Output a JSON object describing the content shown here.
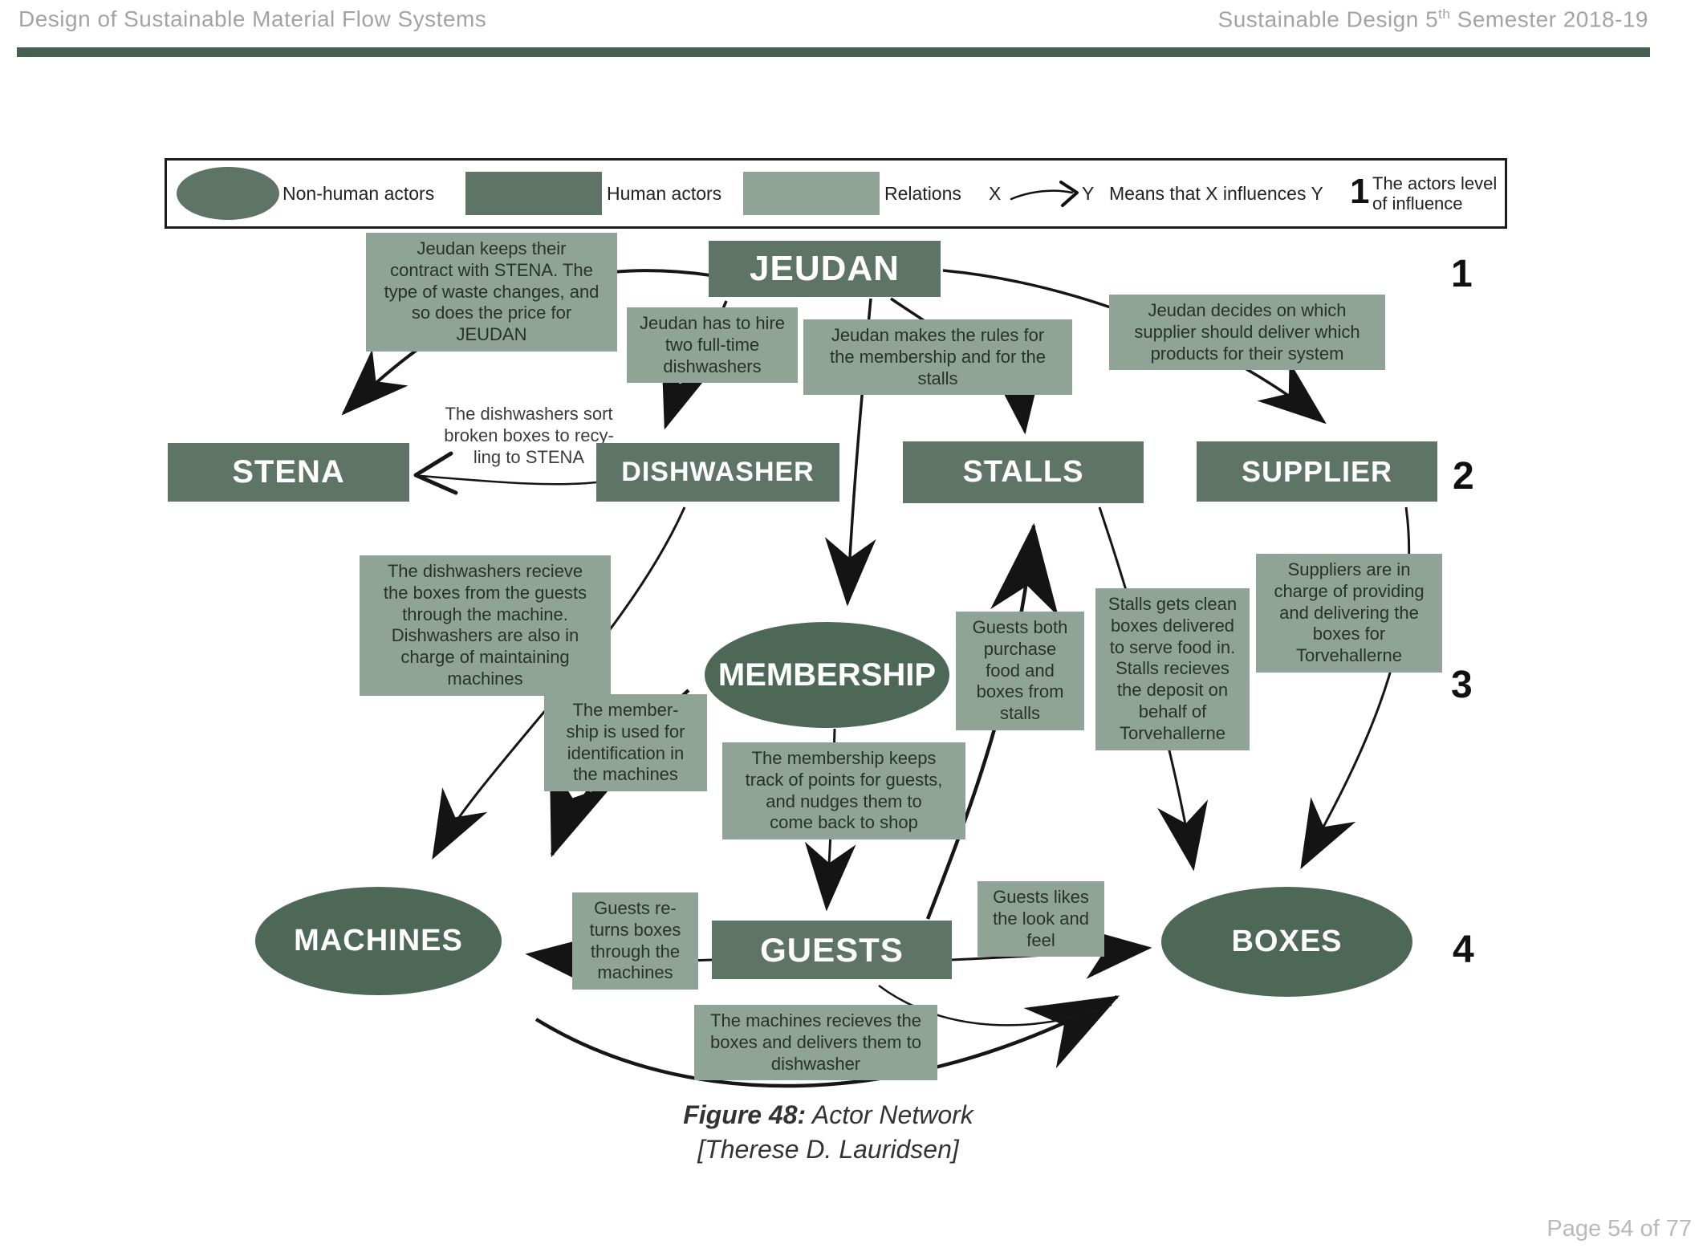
{
  "header": {
    "left": "Design of Sustainable Material Flow Systems",
    "right_prefix": "Sustainable Design 5",
    "right_sup": "th",
    "right_suffix": " Semester 2018-19"
  },
  "legend": {
    "nonhuman": "Non-human actors",
    "human": "Human actors",
    "relations": "Relations",
    "x": "X",
    "y": "Y",
    "meaning": "Means that X influences Y",
    "level_num": "1",
    "level_text": "The actors level\nof influence"
  },
  "nodes": {
    "jeudan": "JEUDAN",
    "stena": "STENA",
    "dishwasher": "DISHWASHER",
    "stalls": "STALLS",
    "supplier": "SUPPLIER",
    "membership": "MEMBERSHIP",
    "machines": "MACHINES",
    "guests": "GUESTS",
    "boxes": "BOXES"
  },
  "levels": {
    "l1": "1",
    "l2": "2",
    "l3": "3",
    "l4": "4"
  },
  "annotations": {
    "jeudan_stena": "Jeudan  keeps their\ncontract with STENA. The\ntype of waste changes, and\nso does the price for\nJEUDAN",
    "jeudan_dishwasher": "Jeudan has to hire\ntwo full-time\ndishwashers",
    "jeudan_stalls_membership": "Jeudan makes the rules for\nthe membership and for the\nstalls",
    "jeudan_supplier": "Jeudan decides on which\nsupplier should deliver which\nproducts for their system",
    "dishwasher_stena": "The dishwashers sort\nbroken boxes to recy-\nling to STENA",
    "dishwasher_machines": "The dishwashers recieve\nthe boxes from the guests\nthrough the machine.\nDishwashers are also in\ncharge of maintaining\nmachines",
    "membership_machines": "The member-\nship is used for\nidentification in\nthe machines",
    "membership_guests": "The membership keeps\ntrack of points for guests,\nand nudges them to\ncome back to shop",
    "guests_stalls": "Guests both\npurchase\nfood and\nboxes from\nstalls",
    "stalls_boxes": "Stalls gets clean\nboxes delivered\nto serve food in.\nStalls recieves\nthe deposit on\nbehalf of\nTorvehallerne",
    "supplier_boxes": "Suppliers are in\ncharge of providing\nand delivering the\nboxes for\nTorvehallerne",
    "guests_machines": "Guests re-\nturns boxes\nthrough the\nmachines",
    "guests_boxes": "Guests likes\nthe look and\nfeel",
    "machines_dishwasher": "The machines recieves the\nboxes and delivers them to\ndishwasher"
  },
  "caption": {
    "label": "Figure 48:",
    "title": " Actor Network",
    "author": "[Therese D. Lauridsen]"
  },
  "footer": {
    "page": "Page 54 of 77"
  },
  "colors": {
    "node_rect": "#5e7466",
    "node_ellipse": "#4d6856",
    "note_bg": "#8fa496",
    "bar": "#465f50",
    "header_text": "#a3a3a3",
    "ink": "#161616"
  }
}
